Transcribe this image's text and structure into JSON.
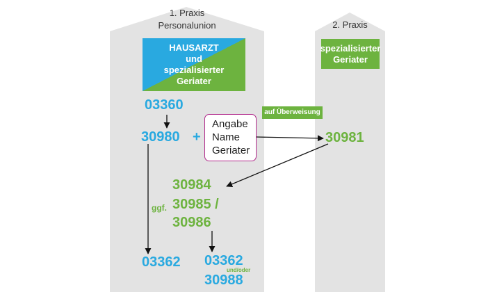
{
  "columns": [
    {
      "label_line1": "1. Praxis",
      "label_line2": "Personalunion"
    },
    {
      "label": "2. Praxis"
    }
  ],
  "box_hausarzt": {
    "line1": "HAUSARZT",
    "line2": "und",
    "line3": "spezialisierter",
    "line4": "Geriater"
  },
  "box_geriater": {
    "line1": "spezialisierter",
    "line2": "Geriater"
  },
  "badge_ueberweisung": "auf Überweisung",
  "codes": {
    "c03360": "03360",
    "c30980": "30980",
    "plus": "+",
    "c30981": "30981",
    "c30984": "30984",
    "ggf": "ggf.",
    "c30985": "30985 /",
    "c30986": "30986",
    "c03362_left": "03362",
    "c03362_right": "03362",
    "und_oder": "und/oder",
    "c30988": "30988"
  },
  "info_box": {
    "line1": "Angabe",
    "line2": "Name",
    "line3": "Geriater"
  },
  "colors": {
    "column": "#e3e3e3",
    "blue": "#29a9e0",
    "green": "#6db33f",
    "magenta": "#b0278a"
  }
}
